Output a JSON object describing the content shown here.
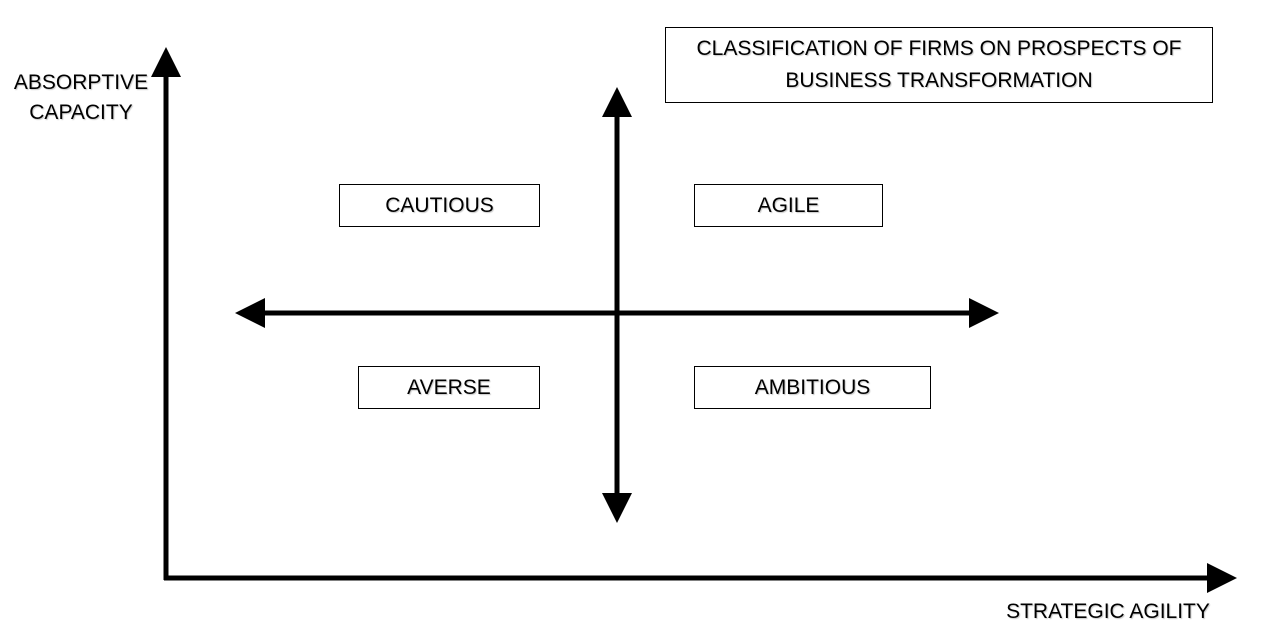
{
  "title": {
    "line1": "CLASSIFICATION OF FIRMS ON PROSPECTS  OF",
    "line2": "BUSINESS TRANSFORMATION"
  },
  "axes": {
    "y_label_line1": "ABSORPTIVE",
    "y_label_line2": "CAPACITY",
    "x_label": "STRATEGIC AGILITY"
  },
  "quadrants": {
    "top_left": "CAUTIOUS",
    "top_right": "AGILE",
    "bottom_left": "AVERSE",
    "bottom_right": "AMBITIOUS"
  },
  "colors": {
    "line": "#000000",
    "background": "#ffffff"
  }
}
